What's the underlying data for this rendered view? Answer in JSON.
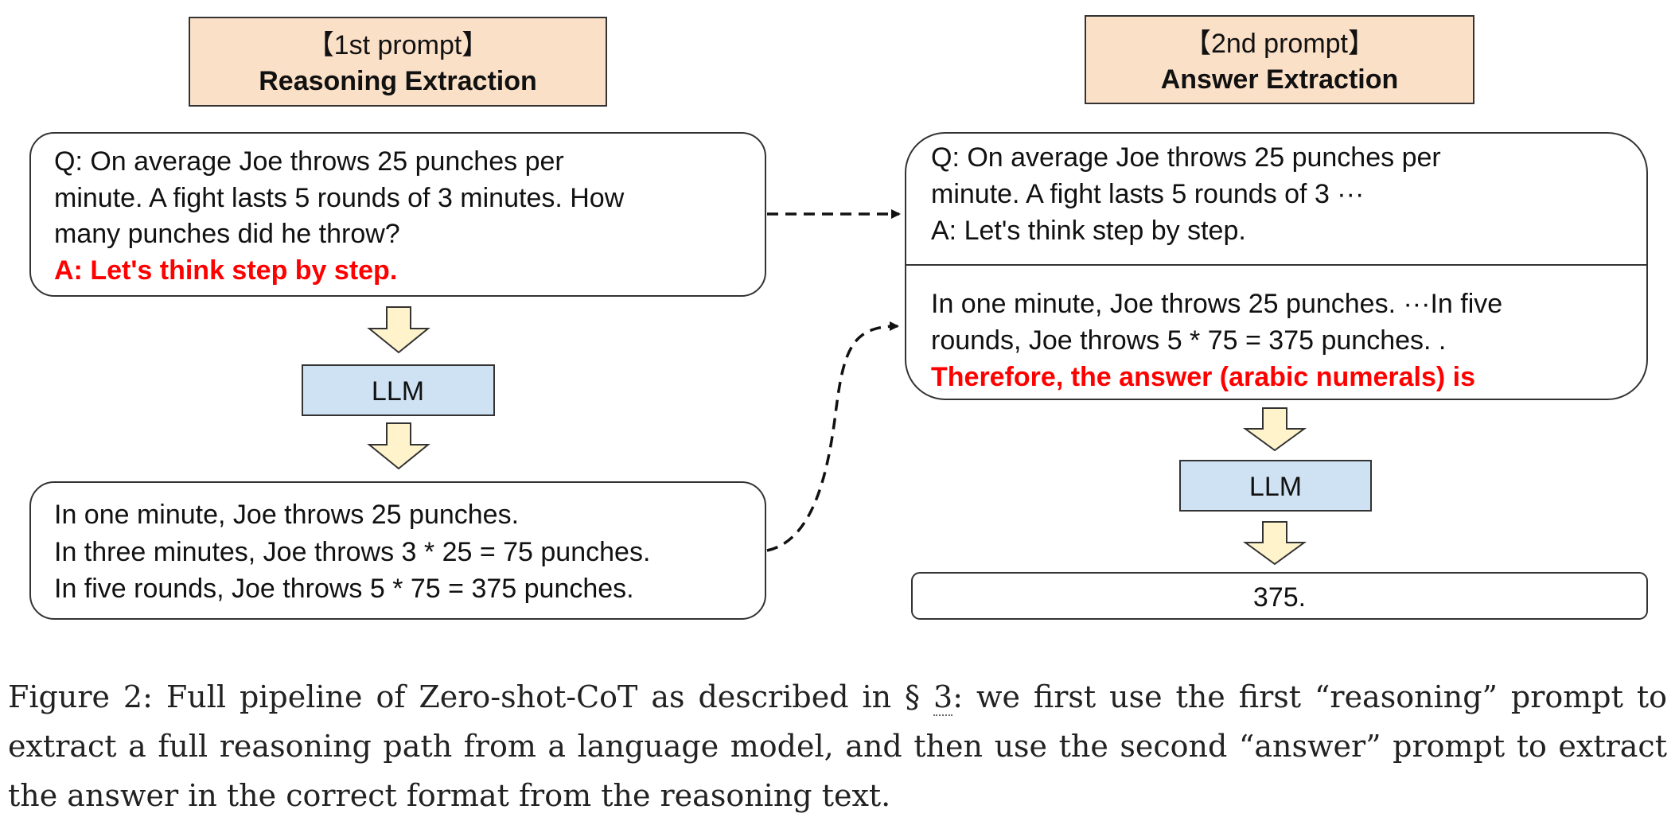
{
  "first_prompt": {
    "tag": "【1st prompt】",
    "title": "Reasoning Extraction",
    "question_lines": [
      "Q: On average Joe throws 25 punches per",
      "minute.  A fight lasts 5 rounds of 3 minutes.  How",
      "many punches did he throw?"
    ],
    "trigger": "A: Let's think step by step.",
    "llm_label": "LLM",
    "output_lines": [
      "In one minute, Joe throws 25 punches.",
      "In three minutes, Joe throws 3 * 25 = 75 punches.",
      "In five rounds, Joe throws 5 * 75 = 375 punches."
    ]
  },
  "second_prompt": {
    "tag": "【2nd prompt】",
    "title": "Answer Extraction",
    "top_lines": [
      "Q: On average Joe throws 25 punches per",
      "minute.  A fight lasts 5 rounds of 3 ···",
      "A: Let's think step by step."
    ],
    "bottom_lines": [
      "In one minute, Joe throws 25 punches. ···In five",
      "rounds, Joe throws 5 * 75 = 375 punches. ."
    ],
    "trigger": "Therefore, the answer (arabic numerals) is",
    "llm_label": "LLM",
    "answer": "375."
  },
  "caption": {
    "label": "Figure 2:",
    "text_before_ref": " Full pipeline of Zero-shot-CoT as described in § ",
    "ref": "3",
    "text_after_ref": ": we first use the first “reasoning” prompt to extract a full reasoning path from a language model, and then use the second “answer” prompt to extract the answer in the correct format from the reasoning text."
  },
  "colors": {
    "header_fill": "#fbe0c8",
    "llm_fill": "#cfe2f3",
    "arrow_fill": "#fff3cc",
    "trigger_red": "#ff0000",
    "stroke": "#333333"
  }
}
